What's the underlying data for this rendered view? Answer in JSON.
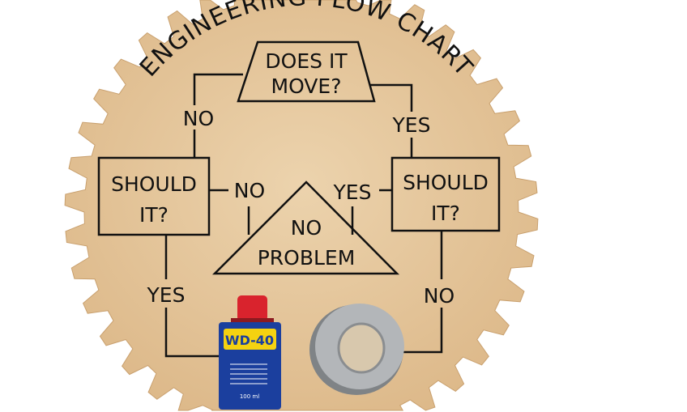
{
  "title": "ENGINEERING FLOW CHART",
  "nodes": {
    "start": [
      "DOES IT",
      "MOVE?"
    ],
    "left_box": [
      "SHOULD",
      "IT?"
    ],
    "right_box": [
      "SHOULD",
      "IT?"
    ],
    "end": [
      "NO",
      "PROBLEM"
    ]
  },
  "labels": {
    "start_no": "NO",
    "start_yes": "YES",
    "left_no": "NO",
    "right_yes": "YES",
    "left_yes": "YES",
    "right_no": "NO"
  },
  "products": {
    "wd40": {
      "brand": "WD-40",
      "volume": "100 ml"
    },
    "duct_tape": {}
  },
  "colors": {
    "wood": "#e8c9a0",
    "ink": "#111111",
    "wd_blue": "#1b3f9e",
    "wd_yellow": "#f5d210",
    "wd_red": "#d9232d",
    "tape": "#a9acaf"
  }
}
